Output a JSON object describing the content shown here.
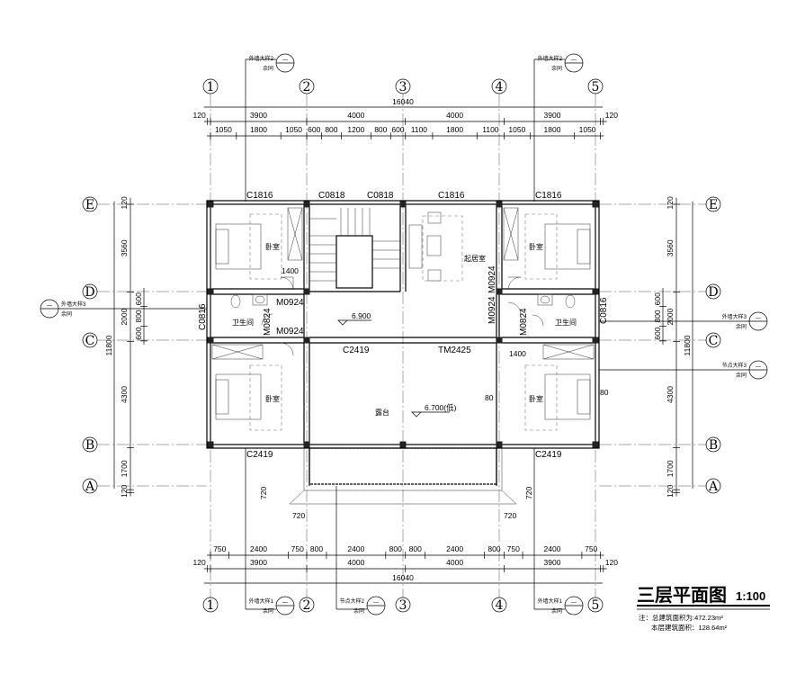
{
  "drawing": {
    "title": "三层平面图",
    "scale": "1:100",
    "notes": [
      "注：总建筑面积为:472.23m²",
      "本层建筑面积：128.64m²"
    ]
  },
  "axes": {
    "x": [
      "1",
      "2",
      "3",
      "4",
      "5"
    ],
    "y": [
      "A",
      "B",
      "C",
      "D",
      "E"
    ]
  },
  "dimensions": {
    "top_total": "16040",
    "top_axes": [
      "120",
      "3900",
      "4000",
      "4000",
      "3900",
      "120"
    ],
    "top_detail": [
      "1050",
      "1800",
      "1050",
      "600",
      "800",
      "1200",
      "800",
      "600",
      "1100",
      "1800",
      "1100",
      "1050",
      "1800",
      "1050"
    ],
    "bottom_detail": [
      "750",
      "2400",
      "750",
      "800",
      "2400",
      "800",
      "800",
      "2400",
      "800",
      "750",
      "2400",
      "750"
    ],
    "bottom_axes": [
      "120",
      "3900",
      "4000",
      "4000",
      "3900",
      "120"
    ],
    "bottom_total": "16040",
    "side_axes": [
      "120",
      "3560",
      "2000",
      "4300",
      "1700",
      "120"
    ],
    "side_total": "11800",
    "side_detail": [
      "600",
      "800",
      "600"
    ],
    "offset_720": [
      "720",
      "720",
      "720",
      "720"
    ],
    "inner_1400": [
      "1400",
      "1400"
    ],
    "inner_80": [
      "80",
      "80"
    ]
  },
  "openings": {
    "c1816": [
      "C1816",
      "C1816",
      "C1816"
    ],
    "c0818": [
      "C0818",
      "C0818"
    ],
    "c2419": [
      "C2419",
      "C2419",
      "C2419"
    ],
    "tm2425": "TM2425",
    "m0924": [
      "M0924",
      "M0924",
      "M0924",
      "M0924"
    ],
    "m0824": [
      "M0824",
      "M0824"
    ],
    "c0816": [
      "C0816",
      "C0816"
    ]
  },
  "rooms": {
    "bedroom": [
      "卧室",
      "卧室",
      "卧室",
      "卧室"
    ],
    "bathroom": [
      "卫生间",
      "卫生间"
    ],
    "living": "起居室",
    "terrace": "露台"
  },
  "elevations": {
    "corridor": "6.900",
    "terrace": "6.700(低)"
  },
  "callouts": [
    {
      "label": "外墙大样2",
      "sub": "余同",
      "mark": "—"
    },
    {
      "label": "外墙大样2",
      "sub": "余同",
      "mark": "—"
    },
    {
      "label": "外墙大样3",
      "sub": "余同",
      "mark": "—"
    },
    {
      "label": "外墙大样3",
      "sub": "余同",
      "mark": "—"
    },
    {
      "label": "节点大样3",
      "sub": "余同",
      "mark": "—"
    },
    {
      "label": "外墙大样1",
      "sub": "余同",
      "mark": "—"
    },
    {
      "label": "节点大样2",
      "sub": "余同",
      "mark": "—"
    },
    {
      "label": "外墙大样1",
      "sub": "余同",
      "mark": "—"
    }
  ]
}
